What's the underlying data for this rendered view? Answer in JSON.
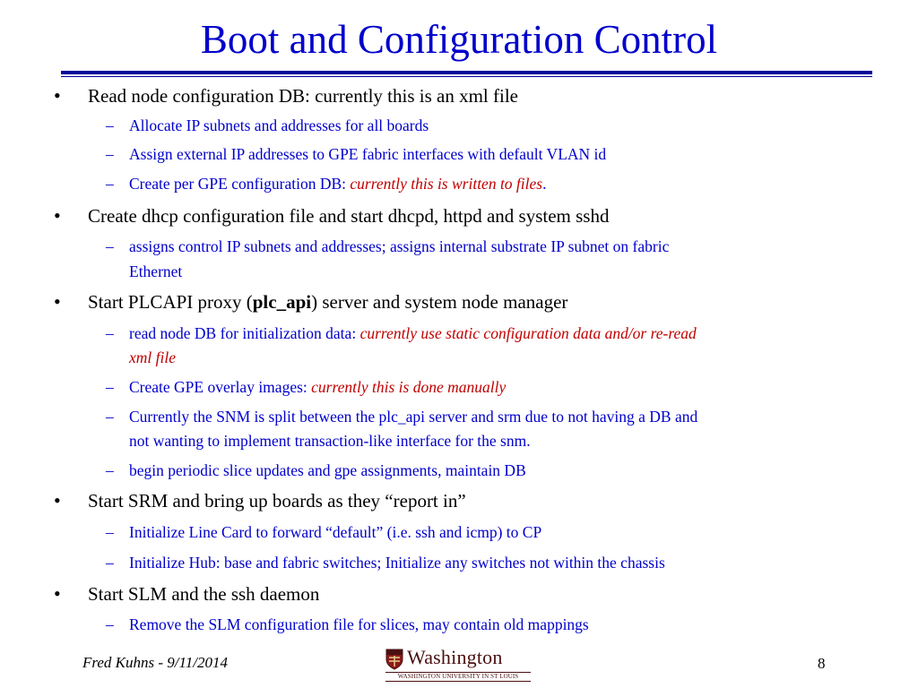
{
  "title": "Boot and Configuration Control",
  "bullet_glyph": "•",
  "dash_glyph": "–",
  "items": [
    {
      "text": "Read node configuration DB: currently this is an xml file",
      "subs": [
        {
          "text": "Allocate IP subnets and addresses for all boards"
        },
        {
          "text": "Assign external IP addresses to GPE  fabric interfaces with default VLAN id"
        },
        {
          "text": "Create per GPE configuration DB: ",
          "em": "currently this is written to files",
          "tail": "."
        }
      ]
    },
    {
      "text": "Create dhcp configuration file and start dhcpd, httpd and system sshd",
      "subs": [
        {
          "lines": [
            "assigns control IP subnets and addresses; assigns internal substrate IP subnet on fabric",
            "Ethernet"
          ]
        }
      ]
    },
    {
      "text_pre": "Start PLCAPI proxy (",
      "text_bold": "plc_api",
      "text_post": ") server and system node manager",
      "subs": [
        {
          "text": "read node DB for initialization data: ",
          "em": "currently use static configuration data and/or re-read",
          "em_line2": "xml file"
        },
        {
          "text": "Create GPE overlay images: ",
          "em": "currently this is done manually"
        },
        {
          "lines": [
            "Currently the SNM is split between the plc_api server and srm due to not having a DB and",
            "not wanting to implement transaction-like interface for the snm."
          ]
        },
        {
          "text": "begin periodic slice updates and gpe assignments, maintain DB"
        }
      ]
    },
    {
      "text": "Start SRM and bring up boards as they “report in”",
      "subs": [
        {
          "text": "Initialize Line Card to forward “default” (i.e. ssh and icmp) to CP"
        },
        {
          "text": "Initialize Hub: base and fabric switches; Initialize any switches not within the chassis"
        }
      ]
    },
    {
      "text": "Start SLM and the ssh daemon",
      "subs": [
        {
          "text": "Remove the SLM configuration file for slices, may contain old mappings"
        }
      ]
    }
  ],
  "footer": {
    "author_date": "Fred Kuhns - 9/11/2014",
    "page_number": "8",
    "logo_name": "Washington",
    "logo_sub": "WASHINGTON UNIVERSITY IN ST LOUIS"
  },
  "colors": {
    "title": "#0000cc",
    "sub": "#0000cc",
    "emphasis": "#c00000",
    "rule": "#000099",
    "logo": "#4a1010"
  }
}
